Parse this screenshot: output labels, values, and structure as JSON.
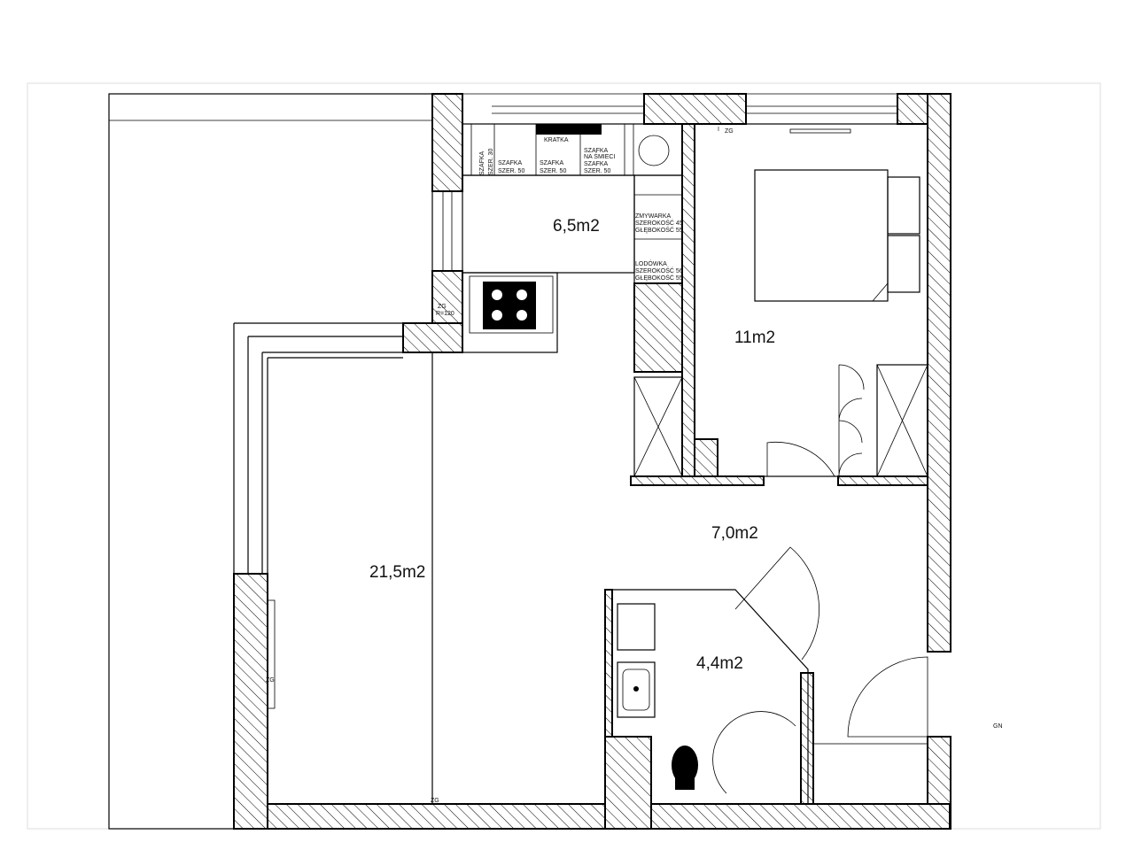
{
  "rooms": [
    {
      "id": "living",
      "area": "21,5m2"
    },
    {
      "id": "kitchen",
      "area": "6,5m2"
    },
    {
      "id": "bedroom",
      "area": "11m2"
    },
    {
      "id": "hall",
      "area": "7,0m2"
    },
    {
      "id": "bathroom",
      "area": "4,4m2"
    }
  ],
  "kitchen_labels": {
    "kratka": "KRATKA",
    "szafka30_a": "SZAFKA",
    "szafka30_b": "SZER. 30",
    "szafka50_a": "SZAFKA",
    "szafka50_b": "SZER. 50",
    "szafka50c_a": "SZAFKA",
    "szafka50c_b": "SZER. 50",
    "smieci_a": "SZAFKA",
    "smieci_b": "NA ŚMIECI",
    "smieci_c": "SZAFKA",
    "smieci_d": "SZER. 50",
    "zmywarka_a": "ZMYWARKA",
    "zmywarka_b": "SZEROKOŚĆ  45",
    "zmywarka_c": "GŁĘBOKOŚĆ  55",
    "lodowka_a": "LODÓWKA",
    "lodowka_b": "SZEROKOŚĆ  56",
    "lodowka_c": "GŁĘBOKOŚĆ  55"
  },
  "markers": {
    "zg_kitchen": "ZG",
    "zg_radius": "R=120",
    "zg_bedroom": "ZG",
    "zg_living_wall": "ZG",
    "zg_floor": "ZG",
    "gn": "GN",
    "bedroom_tick": "I"
  }
}
